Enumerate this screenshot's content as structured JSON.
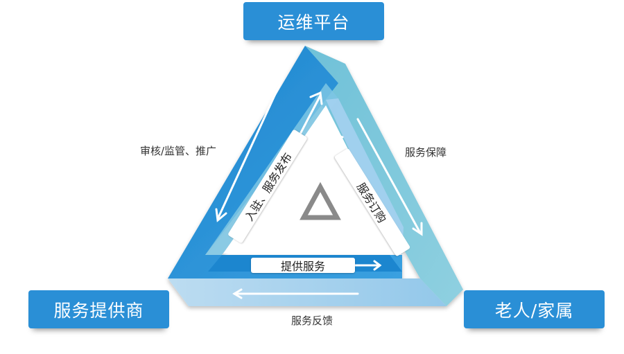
{
  "nodes": {
    "top": "运维平台",
    "left": "服务提供商",
    "right": "老人/家属"
  },
  "edges": {
    "left_outer": "审核/监管、推广",
    "left_inner": "入驻、服务发布",
    "right_outer": "服务保障",
    "right_inner": "服务订购",
    "bottom_inner": "提供服务",
    "bottom_outer": "服务反馈"
  },
  "colors": {
    "dark_blue": "#2a8fd6",
    "teal": "#7ec8da",
    "light_blue": "#a9d5ef",
    "center_logo": "#8a8a8a"
  },
  "center_icon": "triangle-logo-icon"
}
